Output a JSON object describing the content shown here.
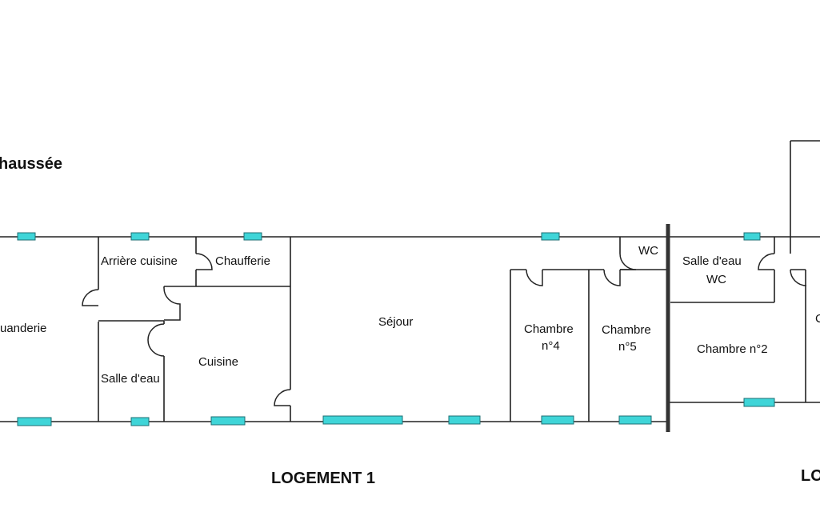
{
  "floor_title": "haussée",
  "rooms": {
    "buanderie": "uanderie",
    "arriere_cuisine": "Arrière cuisine",
    "chaufferie": "Chaufferie",
    "salle_eau_1": "Salle d'eau",
    "cuisine": "Cuisine",
    "sejour": "Séjour",
    "wc_1": "WC",
    "chambre4_line1": "Chambre",
    "chambre4_line2": "n°4",
    "chambre5_line1": "Chambre",
    "chambre5_line2": "n°5",
    "salle_eau_wc_line1": "Salle d'eau",
    "salle_eau_wc_line2": "WC",
    "chambre2": "Chambre n°2",
    "cut_label": "C"
  },
  "labels": {
    "logement1": "LOGEMENT 1",
    "logement2_cut": "LO"
  },
  "colors": {
    "window_fill": "#3fd5d8",
    "window_stroke": "#1d6f73",
    "wall": "#222222"
  }
}
